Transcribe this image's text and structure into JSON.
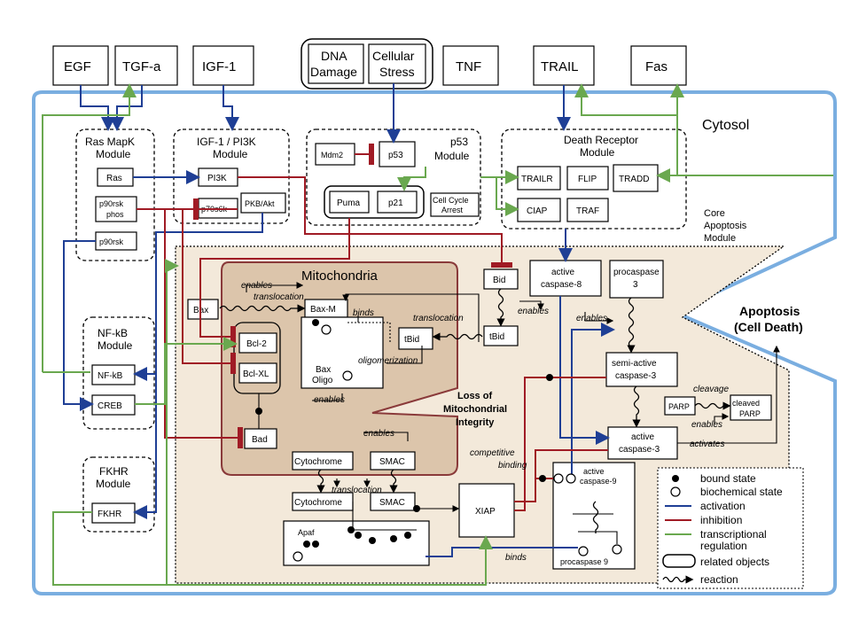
{
  "inputs": {
    "egf": "EGF",
    "tgfa": "TGF-a",
    "igf1": "IGF-1",
    "dna_damage_1": "DNA",
    "dna_damage_2": "Damage",
    "cell_stress_1": "Cellular",
    "cell_stress_2": "Stress",
    "tnf": "TNF",
    "trail": "TRAIL",
    "fas": "Fas"
  },
  "compartments": {
    "cytosol": "Cytosol",
    "core_1": "Core",
    "core_2": "Apoptosis",
    "core_3": "Module",
    "mito": "Mitochondria",
    "apoptosis_1": "Apoptosis",
    "apoptosis_2": "(Cell Death)",
    "loss_1": "Loss of",
    "loss_2": "Mitochondrial",
    "loss_3": "Integrity"
  },
  "modules": {
    "ras_1": "Ras MapK",
    "ras_2": "Module",
    "igf_1": "IGF-1 / PI3K",
    "igf_2": "Module",
    "p53_1": "p53",
    "p53_2": "Module",
    "dr_1": "Death Receptor",
    "dr_2": "Module",
    "nfkb_1": "NF-kB",
    "nfkb_2": "Module",
    "fkhr_1": "FKHR",
    "fkhr_2": "Module"
  },
  "nodes": {
    "ras": "Ras",
    "p90rsk_phos_1": "p90rsk",
    "p90rsk_phos_2": "phos",
    "p90rsk": "p90rsk",
    "pi3k": "PI3K",
    "p70s6k": "p70s6k",
    "pkb": "PKB/Akt",
    "mdm2": "Mdm2",
    "p53": "p53",
    "puma": "Puma",
    "p21": "p21",
    "cca_1": "Cell Cycle",
    "cca_2": "Arrest",
    "trailr": "TRAILR",
    "flip": "FLIP",
    "tradd": "TRADD",
    "ciap": "CIAP",
    "traf": "TRAF",
    "nfkb": "NF-kB",
    "creb": "CREB",
    "fkhr": "FKHR",
    "bax": "Bax",
    "baxm": "Bax-M",
    "bcl2": "Bcl-2",
    "bclxl": "Bcl-XL",
    "baxoligo_1": "Bax",
    "baxoligo_2": "Oligo",
    "tbid_in": "tBid",
    "bid": "Bid",
    "tbid": "tBid",
    "bad": "Bad",
    "ac8_1": "active",
    "ac8_2": "caspase-8",
    "pc3_1": "procaspase",
    "pc3_2": "3",
    "sac3_1": "semi-active",
    "sac3_2": "caspase-3",
    "parp": "PARP",
    "cparp_1": "cleaved",
    "cparp_2": "PARP",
    "ac3_1": "active",
    "ac3_2": "caspase-3",
    "cyto_in": "Cytochrome",
    "smac_in": "SMAC",
    "cyto": "Cytochrome",
    "smac": "SMAC",
    "xiap": "XIAP",
    "apaf": "Apaf",
    "ac9_1": "active",
    "ac9_2": "caspase-9",
    "pc9": "procaspase 9"
  },
  "edge_labels": {
    "enables_bax": "enables",
    "translocation_bax": "translocation",
    "binds_mito": "binds",
    "translocation_tbid": "translocation",
    "oligomerization": "oligomerization",
    "enables_mito": "enables",
    "enables_bid": "enables",
    "enables_c3": "enables",
    "cleavage": "cleavage",
    "enables_parp": "enables",
    "activates": "activates",
    "enables_cyto": "enables",
    "translocation_cyto": "translocation",
    "competitive_1": "competitive",
    "competitive_2": "binding",
    "binds_xiap": "binds"
  },
  "legend": {
    "bound": "bound state",
    "biochem": "biochemical state",
    "activation": "activation",
    "inhibition": "inhibition",
    "transcriptional_1": "transcriptional",
    "transcriptional_2": "regulation",
    "related": "related objects",
    "reaction": "reaction"
  },
  "colors": {
    "activation": "#1f3f95",
    "inhibition": "#a01b25",
    "transcriptional": "#6aa84f",
    "cytosol_border": "#7aaee0",
    "core_fill": "#f3e9da",
    "mito_fill": "#dcc5ab",
    "mito_border": "#8a3a3a"
  }
}
